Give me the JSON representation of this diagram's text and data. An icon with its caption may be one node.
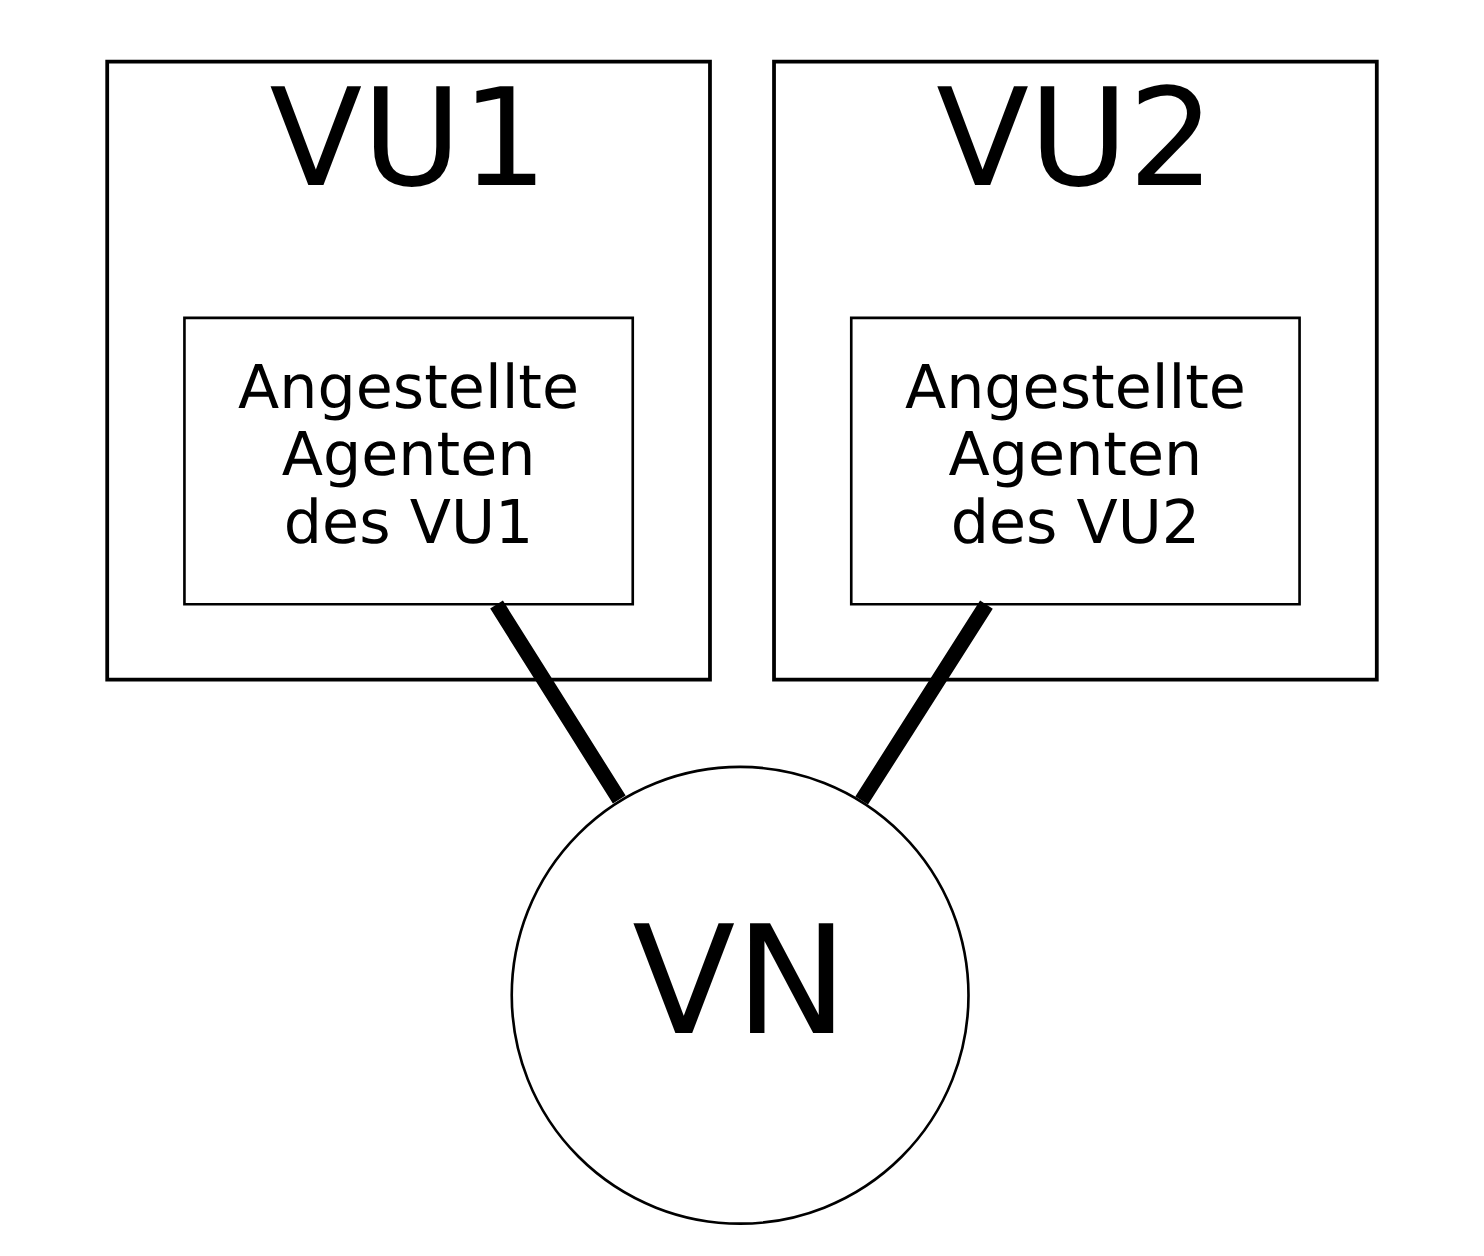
{
  "diagram": {
    "nodes": [
      {
        "text": [
          "VU1"
        ]
      },
      {
        "text": [
          "Angestellte Agenten des VU1"
        ],
        "in": 0
      },
      {
        "text": [
          "VU2"
        ]
      },
      {
        "text": [
          "Angestellte Agenten des VU2"
        ],
        "in": 2
      },
      {
        "text": [
          "VN"
        ]
      }
    ],
    "edges": [
      {
        "from": 1,
        "to": 4,
        "arrow": "none"
      },
      {
        "from": 3,
        "to": 4,
        "arrow": "none"
      }
    ]
  }
}
